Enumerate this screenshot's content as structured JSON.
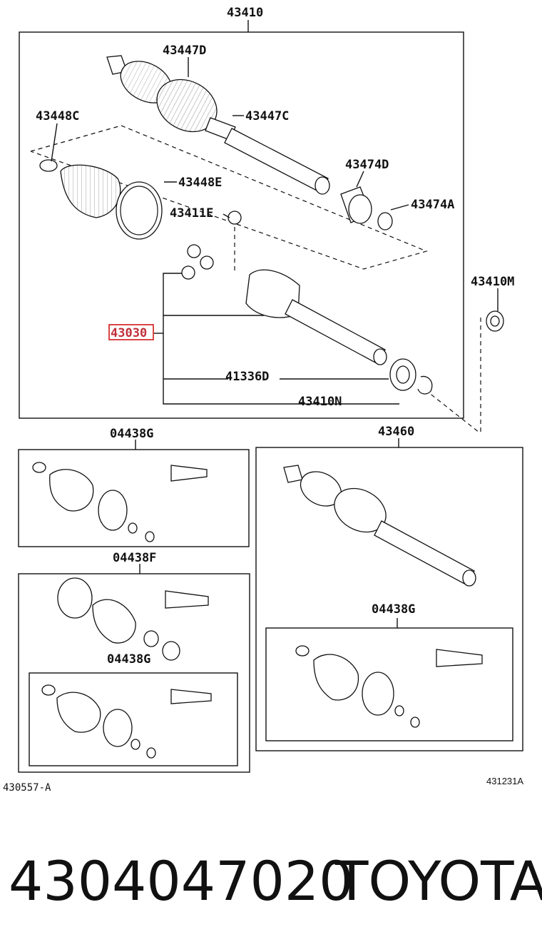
{
  "diagram": {
    "labels": {
      "assembly_top": "43410",
      "boot_outer": "43447D",
      "boot_clamp_outer": "43447C",
      "clamp_left": "43448C",
      "clamp_big": "43448E",
      "damper": "43474D",
      "damper_clamp": "43474A",
      "snap_ring": "43411E",
      "inboard_joint": "43030",
      "seal": "43410M",
      "bearing": "41336D",
      "ring": "43410N",
      "kit_g1": "04438G",
      "kit_f": "04438F",
      "kit_g2": "04438G",
      "assembly_right": "43460",
      "kit_g3": "04438G",
      "ref_left": "430557-A",
      "ref_right": "431231A"
    }
  },
  "footer": {
    "part_number": "4304047020",
    "brand": "TOYOTA"
  }
}
